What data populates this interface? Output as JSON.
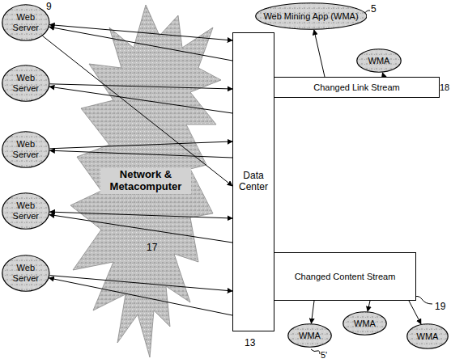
{
  "diagram": {
    "nodes": [
      {
        "text": [
          "Web Server"
        ]
      },
      {
        "text": [
          "Web Server"
        ]
      },
      {
        "text": [
          "Web Server"
        ]
      },
      {
        "text": [
          "Web Server"
        ]
      },
      {
        "text": [
          "Web Server"
        ]
      },
      {
        "text": [
          "Network & Metacomputer"
        ]
      },
      {
        "text": [
          "Data Center"
        ]
      },
      {
        "text": [
          "Web Mining App (WMA)"
        ]
      },
      {
        "text": [
          "WMA"
        ]
      },
      {
        "text": [
          "Changed Link Stream"
        ]
      },
      {
        "text": [
          "Changed Content Stream"
        ]
      },
      {
        "text": [
          "WMA"
        ]
      },
      {
        "text": [
          "WMA"
        ]
      },
      {
        "text": [
          "WMA"
        ]
      }
    ],
    "edges": [
      {
        "from": 0,
        "to": 6,
        "arrow": "both"
      },
      {
        "from": 6,
        "to": 0,
        "arrow": "to"
      },
      {
        "from": 1,
        "to": 6,
        "arrow": "to"
      },
      {
        "from": 6,
        "to": 1,
        "arrow": "to"
      },
      {
        "from": 2,
        "to": 6,
        "arrow": "to"
      },
      {
        "from": 6,
        "to": 2,
        "arrow": "to"
      },
      {
        "from": 3,
        "to": 6,
        "arrow": "both"
      },
      {
        "from": 6,
        "to": 3,
        "arrow": "to"
      },
      {
        "from": 4,
        "to": 6,
        "arrow": "to"
      },
      {
        "from": 6,
        "to": 4,
        "arrow": "to"
      },
      {
        "from": 0,
        "to": 6,
        "arrow": "to"
      },
      {
        "from": 9,
        "to": 7,
        "arrow": "to"
      },
      {
        "from": 9,
        "to": 8,
        "arrow": "to"
      },
      {
        "from": 10,
        "to": 13,
        "arrow": "to"
      },
      {
        "from": 10,
        "to": 11,
        "arrow": "to"
      },
      {
        "from": 10,
        "to": 12,
        "arrow": "to"
      }
    ],
    "labels": [
      "9",
      "5",
      "18",
      "17",
      "19",
      "13",
      "5'"
    ]
  }
}
